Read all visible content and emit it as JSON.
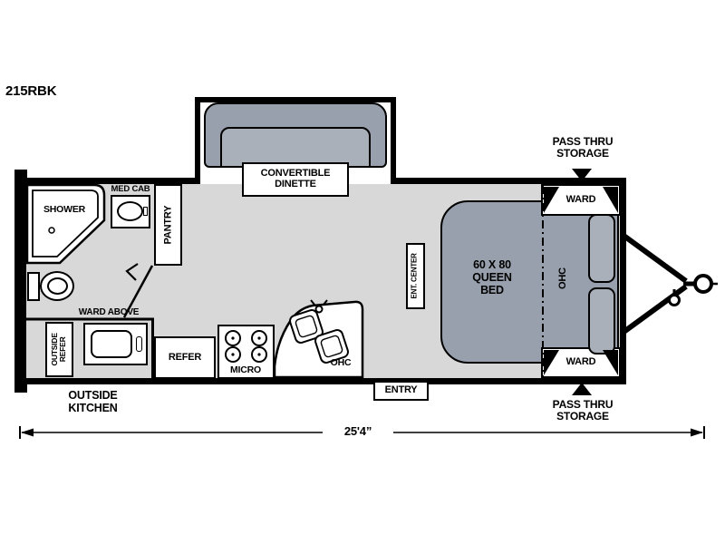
{
  "plan": {
    "model": "215RBK",
    "length": "25'4”",
    "labels": {
      "pass_thru_top": "PASS THRU\nSTORAGE",
      "ward_top": "WARD",
      "shower": "SHOWER",
      "med_cab": "MED CAB",
      "pantry": "PANTRY",
      "convertible_dinette": "CONVERTIBLE\nDINETTE",
      "queen_bed": "60 X 80\nQUEEN\nBED",
      "ohc_bed": "OHC",
      "ent_center": "ENT. CENTER",
      "ward_above": "WARD ABOVE",
      "outside_refer": "OUTSIDE\nREFER",
      "refer": "REFER",
      "micro": "MICRO",
      "ohc_kitchen": "OHC",
      "entry": "ENTRY",
      "ward_bottom": "WARD",
      "pass_thru_bottom": "PASS THRU\nSTORAGE",
      "outside_kitchen": "OUTSIDE\nKITCHEN"
    },
    "colors": {
      "floor": "#d8d8d8",
      "furniture": "#97a0ac",
      "cushion": "#aab0ba",
      "line": "#000000"
    }
  }
}
